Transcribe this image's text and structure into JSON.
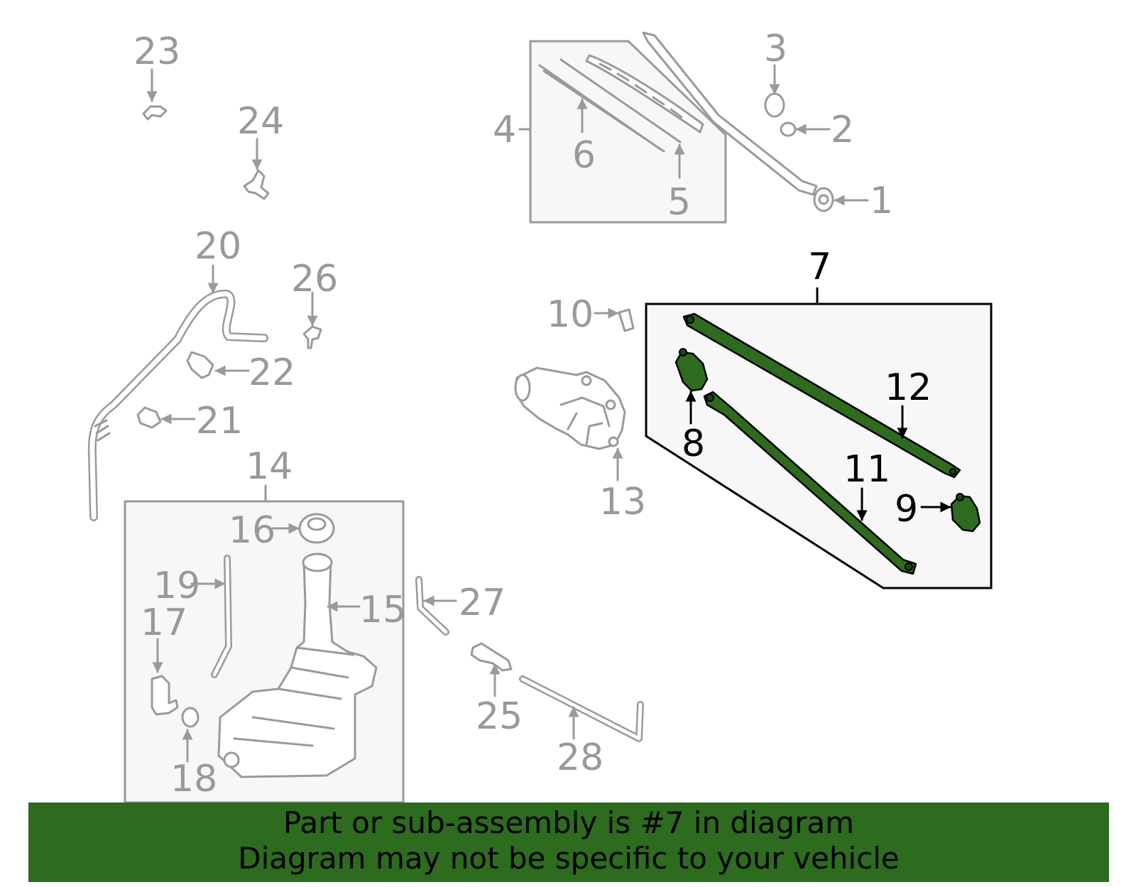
{
  "highlight_part": "7",
  "colors": {
    "highlight_fill": "#2f6b1f",
    "banner_bg": "#2d6b1f",
    "part_stroke": "#9a9a9a",
    "box_fill": "#f7f7f7"
  },
  "labels": {
    "p1": "1",
    "p2": "2",
    "p3": "3",
    "p4": "4",
    "p5": "5",
    "p6": "6",
    "p7": "7",
    "p8": "8",
    "p9": "9",
    "p10": "10",
    "p11": "11",
    "p12": "12",
    "p13": "13",
    "p14": "14",
    "p15": "15",
    "p16": "16",
    "p17": "17",
    "p18": "18",
    "p19": "19",
    "p20": "20",
    "p21": "21",
    "p22": "22",
    "p23": "23",
    "p24": "24",
    "p25": "25",
    "p26": "26",
    "p27": "27",
    "p28": "28"
  },
  "banner": {
    "line1": "Part or sub-assembly is #7 in diagram",
    "line2": "Diagram may not be specific to your vehicle"
  }
}
